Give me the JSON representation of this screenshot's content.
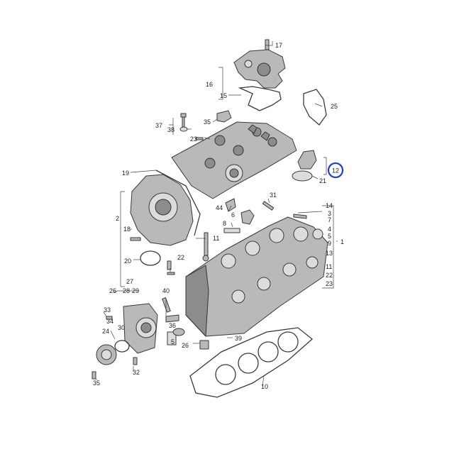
{
  "labels": {
    "l17": "17",
    "l16": "16",
    "l15": "15",
    "l25": "25",
    "l35": "35",
    "l37": "37",
    "l38": "38",
    "l23": "23",
    "l19": "19",
    "l12": "12",
    "l21": "21",
    "l31": "31",
    "l44": "44",
    "l6": "6",
    "l8": "8",
    "l11": "11",
    "l2": "2",
    "l18": "18",
    "l20": "20",
    "l22": "22",
    "l14": "14",
    "l3": "3",
    "l7": "7",
    "l4": "4",
    "l5a": "5",
    "l9": "9",
    "l1": "1",
    "l13": "13",
    "l11b": "11",
    "l22b": "22",
    "l23b": "23",
    "l27": "27",
    "l26": "26",
    "l28": "28",
    "l29": "29",
    "l40": "40",
    "l33": "33",
    "l34": "34",
    "l24": "24",
    "l30": "30",
    "l36": "36",
    "l5b": "5",
    "l26b": "26",
    "l39": "39",
    "l32": "32",
    "l35b": "35",
    "l10": "10"
  },
  "highlight": {
    "label": "12",
    "color": "#1f3fd1"
  }
}
